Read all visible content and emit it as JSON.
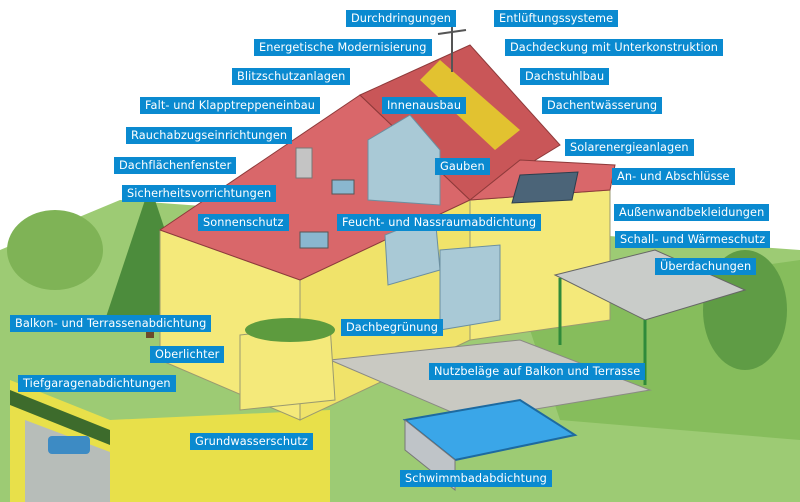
{
  "labels": {
    "durchdringungen": "Durchdringungen",
    "entlueftungssysteme": "Entlüftungssysteme",
    "energetische_modernisierung": "Energetische Modernisierung",
    "dachdeckung": "Dachdeckung mit Unterkonstruktion",
    "blitzschutzanlagen": "Blitzschutzanlagen",
    "dachstuhlbau": "Dachstuhlbau",
    "falt_klapptreppeneinbau": "Falt- und Klapptreppeneinbau",
    "innenausbau": "Innenausbau",
    "dachentwaesserung": "Dachentwässerung",
    "rauchabzugseinrichtungen": "Rauchabzugseinrichtungen",
    "solarenergieanlagen": "Solarenergieanlagen",
    "dachflaechenfenster": "Dachflächenfenster",
    "gauben": "Gauben",
    "an_abschluesse": "An- und Abschlüsse",
    "sicherheitsvorrichtungen": "Sicherheitsvorrichtungen",
    "aussenwandbekleidungen": "Außenwandbekleidungen",
    "sonnenschutz": "Sonnenschutz",
    "feucht_nassraumabdichtung": "Feucht- und Nassraumabdichtung",
    "schall_waermeschutz": "Schall- und Wärmeschutz",
    "ueberdachungen": "Überdachungen",
    "balkon_terrassenabdichtung": "Balkon- und Terrassenabdichtung",
    "dachbegruenung": "Dachbegrünung",
    "oberlichter": "Oberlichter",
    "nutzbelaege": "Nutzbeläge auf Balkon und Terrasse",
    "tiefgaragenabdichtungen": "Tiefgaragenabdichtungen",
    "grundwasserschutz": "Grundwasserschutz",
    "schwimmbadabdichtung": "Schwimmbadabdichtung"
  },
  "colors": {
    "label_background": "#0a8ad0",
    "label_text": "#ffffff",
    "roof": "#d9676a",
    "wall": "#f4e97a",
    "glass": "#9fc7d8",
    "lawn": "#8fc16a",
    "pool": "#3aa6e8"
  }
}
